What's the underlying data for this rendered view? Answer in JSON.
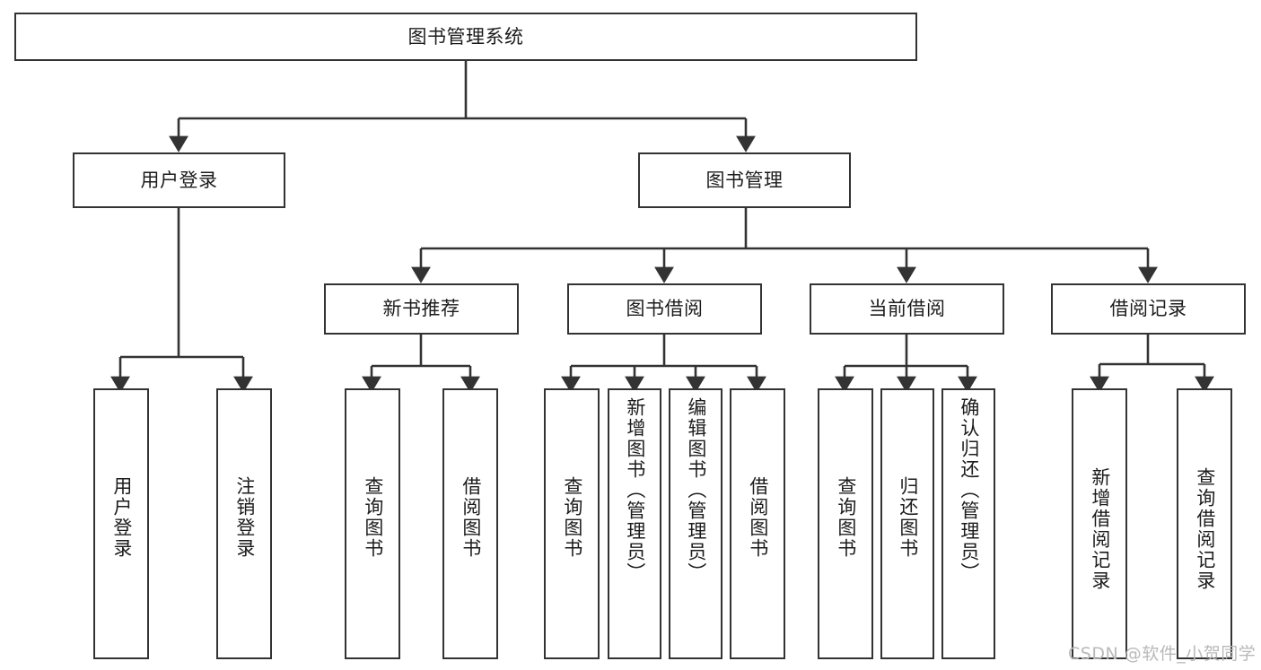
{
  "diagram": {
    "title": "图书管理系统",
    "type": "functional-structure-tree",
    "watermark": "CSDN @软件_小贺同学",
    "colors": {
      "background": "#ffffff",
      "node_border": "#333333",
      "node_fill": "#ffffff",
      "edge": "#333333",
      "text": "#1c1c1c",
      "watermark": "#b9b9b9"
    },
    "levels": {
      "root": {
        "label": "图书管理系统"
      },
      "level2": [
        {
          "id": "user-login",
          "label": "用户登录"
        },
        {
          "id": "book-manage",
          "label": "图书管理"
        }
      ],
      "level3": [
        {
          "id": "new-book-recommend",
          "label": "新书推荐",
          "parent": "book-manage"
        },
        {
          "id": "book-borrow",
          "label": "图书借阅",
          "parent": "book-manage"
        },
        {
          "id": "current-borrow",
          "label": "当前借阅",
          "parent": "book-manage"
        },
        {
          "id": "borrow-record",
          "label": "借阅记录",
          "parent": "book-manage"
        }
      ],
      "leaves": [
        {
          "id": "leaf-user-login",
          "label": "用户登录",
          "parent": "user-login"
        },
        {
          "id": "leaf-user-logout",
          "label": "注销登录",
          "parent": "user-login"
        },
        {
          "id": "leaf-query-book-1",
          "label": "查询图书",
          "parent": "new-book-recommend"
        },
        {
          "id": "leaf-borrow-book-1",
          "label": "借阅图书",
          "parent": "new-book-recommend"
        },
        {
          "id": "leaf-query-book-2",
          "label": "查询图书",
          "parent": "book-borrow"
        },
        {
          "id": "leaf-add-book",
          "label": "新增图书（管理员）",
          "parent": "book-borrow"
        },
        {
          "id": "leaf-edit-book",
          "label": "编辑图书（管理员）",
          "parent": "book-borrow"
        },
        {
          "id": "leaf-borrow-book-2",
          "label": "借阅图书",
          "parent": "book-borrow"
        },
        {
          "id": "leaf-query-book-3",
          "label": "查询图书",
          "parent": "current-borrow"
        },
        {
          "id": "leaf-return-book",
          "label": "归还图书",
          "parent": "current-borrow"
        },
        {
          "id": "leaf-confirm-return",
          "label": "确认归还（管理员）",
          "parent": "current-borrow"
        },
        {
          "id": "leaf-add-record",
          "label": "新增借阅记录",
          "parent": "borrow-record"
        },
        {
          "id": "leaf-query-record",
          "label": "查询借阅记录",
          "parent": "borrow-record"
        }
      ]
    }
  }
}
